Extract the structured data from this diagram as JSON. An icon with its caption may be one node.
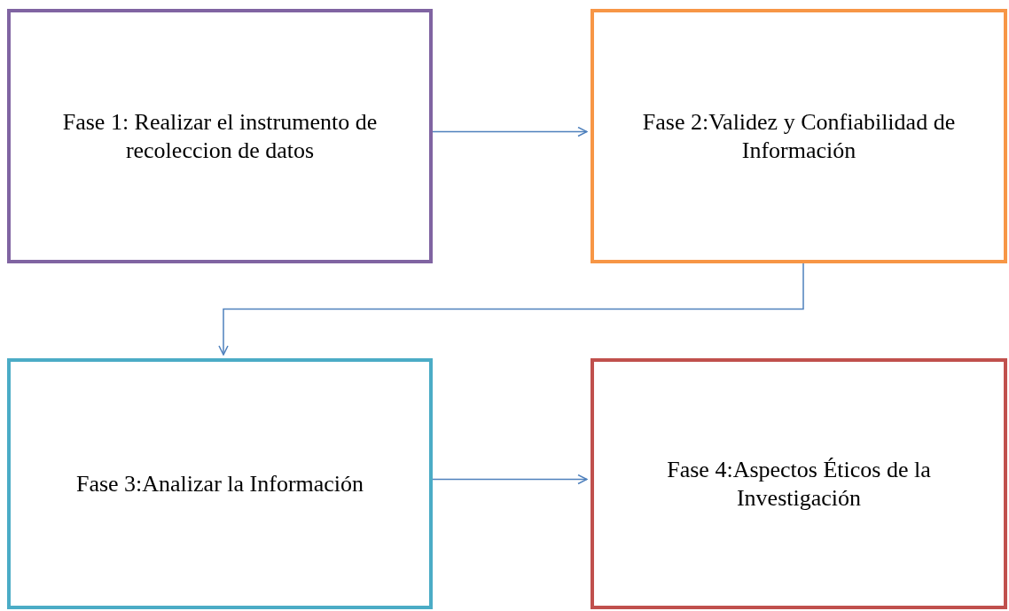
{
  "diagram": {
    "nodes": [
      {
        "text": [
          "Fase 1: Realizar el instrumento de recoleccion de datos"
        ]
      },
      {
        "text": [
          "Fase 2:Validez y Confiabilidad de Información"
        ]
      },
      {
        "text": [
          "Fase 3:Analizar la Información"
        ]
      },
      {
        "text": [
          "Fase 4:Aspectos Éticos de la Investigación"
        ]
      }
    ],
    "edges": [
      {
        "from": 0,
        "to": 1,
        "arrow": "to"
      },
      {
        "from": 1,
        "to": 2,
        "arrow": "to"
      },
      {
        "from": 2,
        "to": 3,
        "arrow": "to"
      }
    ]
  }
}
